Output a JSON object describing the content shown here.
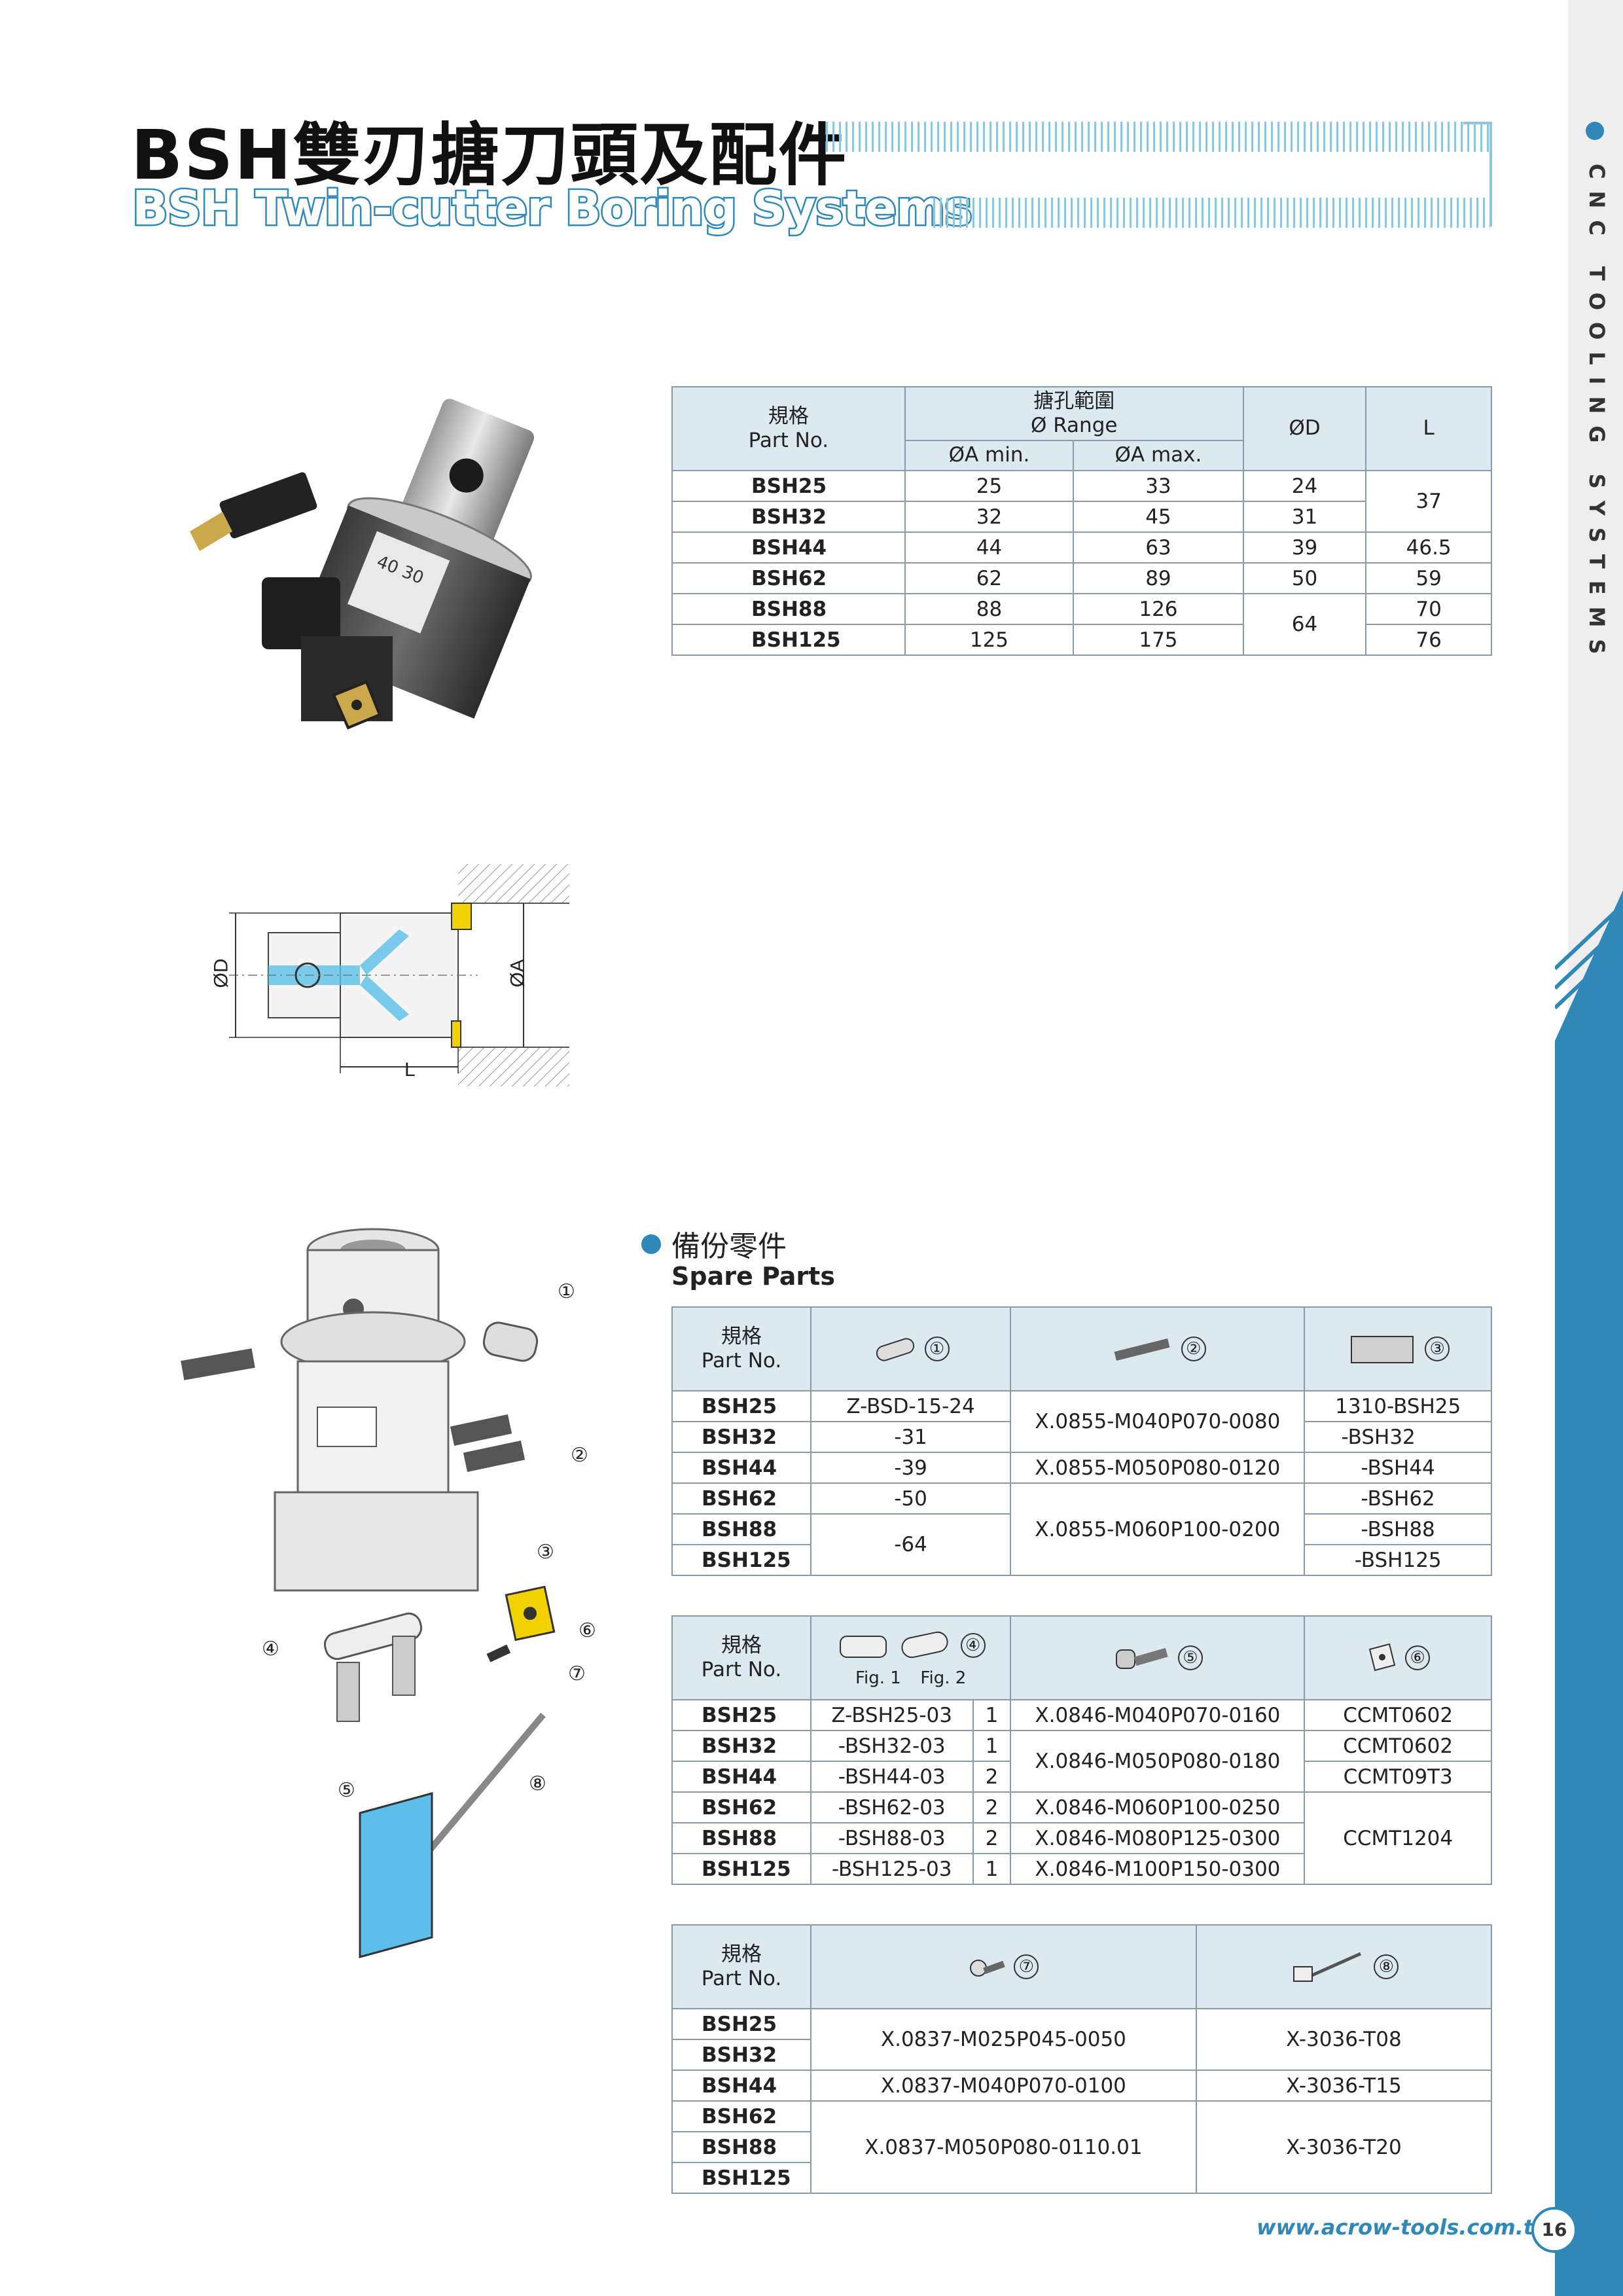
{
  "side": {
    "label": "CNC  TOOLING  SYSTEMS"
  },
  "title": {
    "cn": "BSH雙刃搪刀頭及配件",
    "en": "BSH Twin-cutter Boring Systems"
  },
  "diagram_labels": {
    "d": "ØD",
    "a": "ØA",
    "l": "L",
    "callouts": [
      "①",
      "②",
      "③",
      "④",
      "⑤",
      "⑥",
      "⑦",
      "⑧"
    ]
  },
  "main_table": {
    "h_part_cn": "規格",
    "h_part_en": "Part No.",
    "h_range_cn": "搪孔範圍",
    "h_range_en": "Ø Range",
    "h_amin": "ØA min.",
    "h_amax": "ØA max.",
    "h_d": "ØD",
    "h_l": "L",
    "rows": [
      {
        "pn": "BSH25",
        "amin": "25",
        "amax": "33",
        "d": "24"
      },
      {
        "pn": "BSH32",
        "amin": "32",
        "amax": "45",
        "d": "31"
      },
      {
        "pn": "BSH44",
        "amin": "44",
        "amax": "63",
        "d": "39"
      },
      {
        "pn": "BSH62",
        "amin": "62",
        "amax": "89",
        "d": "50"
      },
      {
        "pn": "BSH88",
        "amin": "88",
        "amax": "126"
      },
      {
        "pn": "BSH125",
        "amin": "125",
        "amax": "175"
      }
    ],
    "l_25_32": "37",
    "l_44": "46.5",
    "l_62": "59",
    "l_88": "70",
    "l_125": "76",
    "d_88_125": "64"
  },
  "spare": {
    "title_cn": "備份零件",
    "title_en": "Spare Parts"
  },
  "spare1": {
    "h_part_cn": "規格",
    "h_part_en": "Part No.",
    "c1": "①",
    "c2": "②",
    "c3": "③",
    "pn": [
      "BSH25",
      "BSH32",
      "BSH44",
      "BSH62",
      "BSH88",
      "BSH125"
    ],
    "col1": [
      "Z-BSD-15-24",
      "-31",
      "-39",
      "-50",
      "-64"
    ],
    "col2": [
      "X.0855-M040P070-0080",
      "X.0855-M050P080-0120",
      "X.0855-M060P100-0200"
    ],
    "col3": [
      "1310-BSH25",
      "-BSH32",
      "-BSH44",
      "-BSH62",
      "-BSH88",
      "-BSH125"
    ]
  },
  "spare2": {
    "h_part_cn": "規格",
    "h_part_en": "Part No.",
    "fig1": "Fig. 1",
    "fig2": "Fig. 2",
    "c4": "④",
    "c5": "⑤",
    "c6": "⑥",
    "pn": [
      "BSH25",
      "BSH32",
      "BSH44",
      "BSH62",
      "BSH88",
      "BSH125"
    ],
    "col4": [
      "Z-BSH25-03",
      "-BSH32-03",
      "-BSH44-03",
      "-BSH62-03",
      "-BSH88-03",
      "-BSH125-03"
    ],
    "fig": [
      "1",
      "1",
      "2",
      "2",
      "2",
      "1"
    ],
    "col5": [
      "X.0846-M040P070-0160",
      "X.0846-M050P080-0180",
      "X.0846-M060P100-0250",
      "X.0846-M080P125-0300",
      "X.0846-M100P150-0300"
    ],
    "col6": [
      "CCMT0602",
      "CCMT0602",
      "CCMT09T3",
      "CCMT1204"
    ]
  },
  "spare3": {
    "h_part_cn": "規格",
    "h_part_en": "Part No.",
    "c7": "⑦",
    "c8": "⑧",
    "pn": [
      "BSH25",
      "BSH32",
      "BSH44",
      "BSH62",
      "BSH88",
      "BSH125"
    ],
    "col7": [
      "X.0837-M025P045-0050",
      "X.0837-M040P070-0100",
      "X.0837-M050P080-0110.01"
    ],
    "col8": [
      "X-3036-T08",
      "X-3036-T15",
      "X-3036-T20"
    ]
  },
  "footer": {
    "url": "www.acrow-tools.com.tw",
    "page": "16"
  },
  "colors": {
    "accent": "#2f88b8",
    "header_bg": "#dde9f0",
    "border": "#8a9aa6"
  }
}
